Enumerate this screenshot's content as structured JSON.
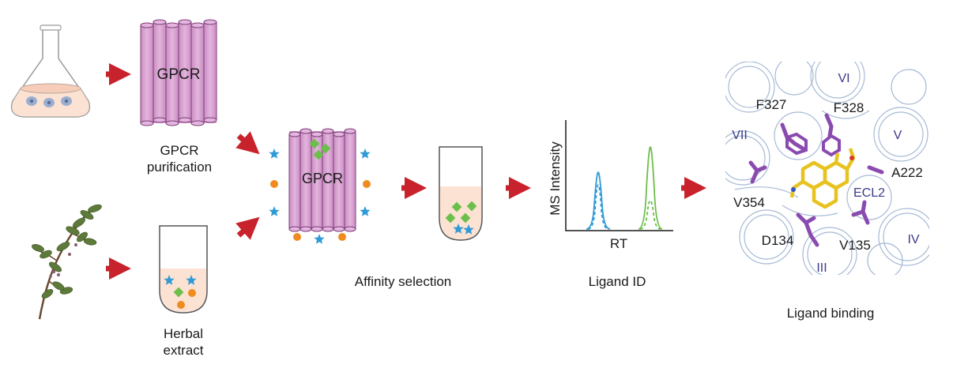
{
  "receptor_label": "GPCR",
  "labels": {
    "purification_line1": "GPCR",
    "purification_line2": "purification",
    "herbal_line1": "Herbal",
    "herbal_line2": "extract",
    "affinity": "Affinity selection",
    "ligand_id": "Ligand ID",
    "ligand_binding": "Ligand binding"
  },
  "ms_chart": {
    "ylabel": "MS Intensity",
    "xlabel": "RT"
  },
  "structure": {
    "helix_labels": [
      "VI",
      "VII",
      "V",
      "IV",
      "III",
      "ECL2"
    ],
    "residues": [
      "F327",
      "F328",
      "A222",
      "V354",
      "D134",
      "V135"
    ]
  },
  "colors": {
    "arrow": "#c8232c",
    "receptor": "#d89fd0",
    "receptor_edge": "#7b3f78",
    "ligand_diamond": "#6cbf4a",
    "ligand_star": "#2f9ad6",
    "ligand_dot": "#ef8b1f",
    "solution": "#fbe2d3",
    "trace_blue": "#2f9ad6",
    "trace_green": "#6cbf4a",
    "residue": "#8a4bb0",
    "ligand_struct": "#e8c320",
    "helix": "#9db3d1",
    "helix_label": "#3a3a8a"
  },
  "icons": [
    "flask-icon",
    "receptor-icon",
    "tube-icon",
    "herb-branch-icon",
    "star-icon",
    "diamond-icon",
    "dot-icon"
  ]
}
